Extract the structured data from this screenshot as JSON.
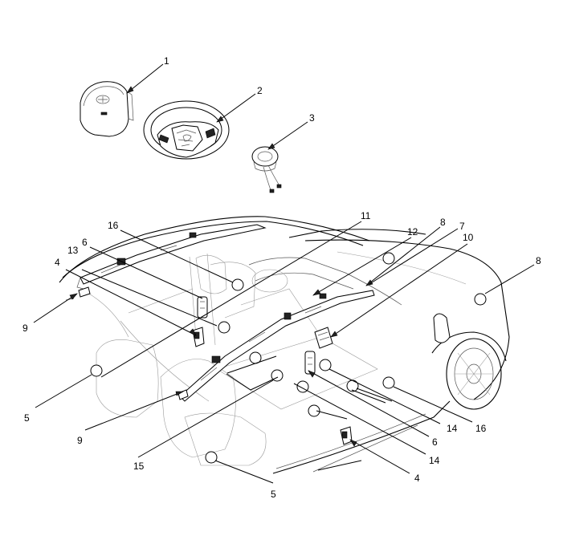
{
  "callouts": [
    {
      "id": "c1",
      "label": "1"
    },
    {
      "id": "c2",
      "label": "2"
    },
    {
      "id": "c3",
      "label": "3"
    },
    {
      "id": "c16a",
      "label": "16"
    },
    {
      "id": "c6a",
      "label": "6"
    },
    {
      "id": "c13",
      "label": "13"
    },
    {
      "id": "c4a",
      "label": "4"
    },
    {
      "id": "c9a",
      "label": "9"
    },
    {
      "id": "c5a",
      "label": "5"
    },
    {
      "id": "c11",
      "label": "11"
    },
    {
      "id": "c12",
      "label": "12"
    },
    {
      "id": "c8a",
      "label": "8"
    },
    {
      "id": "c7",
      "label": "7"
    },
    {
      "id": "c10",
      "label": "10"
    },
    {
      "id": "c8b",
      "label": "8"
    },
    {
      "id": "c9b",
      "label": "9"
    },
    {
      "id": "c15",
      "label": "15"
    },
    {
      "id": "c5b",
      "label": "5"
    },
    {
      "id": "c14a",
      "label": "14"
    },
    {
      "id": "c16b",
      "label": "16"
    },
    {
      "id": "c6b",
      "label": "6"
    },
    {
      "id": "c14b",
      "label": "14"
    },
    {
      "id": "c4b",
      "label": "4"
    }
  ]
}
